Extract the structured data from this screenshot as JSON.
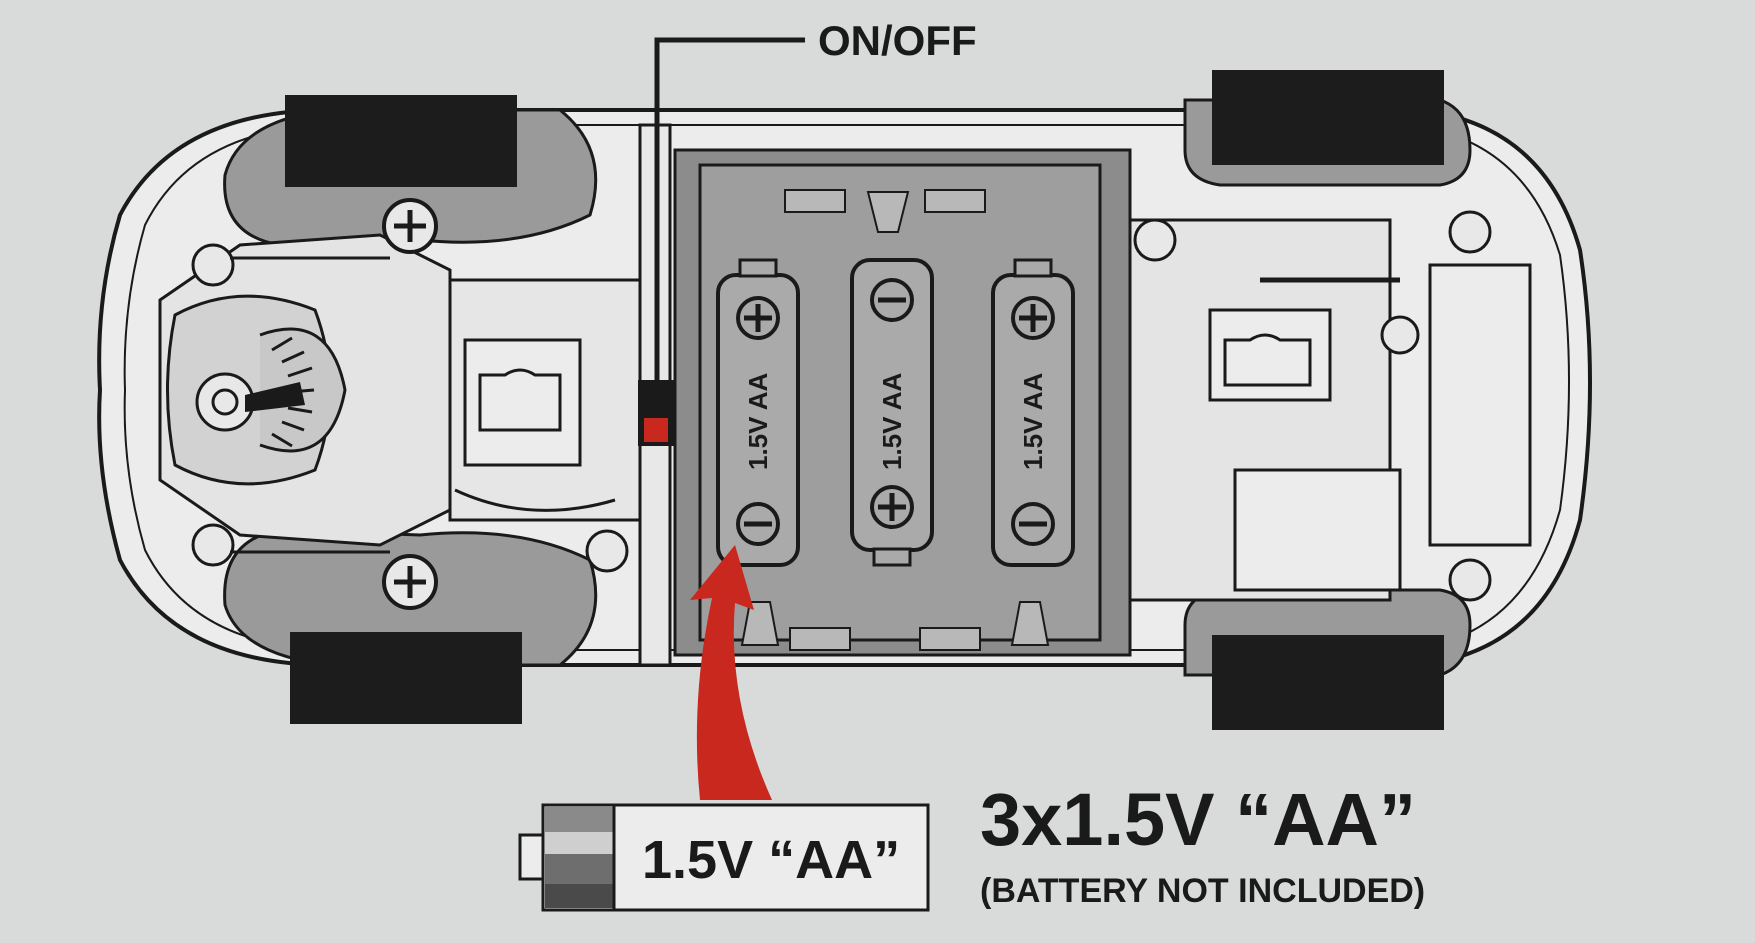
{
  "labels": {
    "switch": "ON/OFF",
    "battery_cell": "1.5V AA",
    "battery_icon": "1.5V “AA”",
    "requirement": "3x1.5V “AA”",
    "note": "(BATTERY NOT INCLUDED)"
  },
  "battery_compartment": {
    "cells": [
      {
        "label": "1.5V AA",
        "top_terminal": "+",
        "bottom_terminal": "−"
      },
      {
        "label": "1.5V AA",
        "top_terminal": "−",
        "bottom_terminal": "+"
      },
      {
        "label": "1.5V AA",
        "top_terminal": "+",
        "bottom_terminal": "−"
      }
    ]
  },
  "colors": {
    "background": "#d9dbda",
    "outline": "#1a1a1a",
    "tire": "#1c1c1c",
    "fender": "#9a9a9a",
    "compartment": "#8c8c8c",
    "arrow": "#c8281e",
    "switch_on": "#c8281e"
  }
}
